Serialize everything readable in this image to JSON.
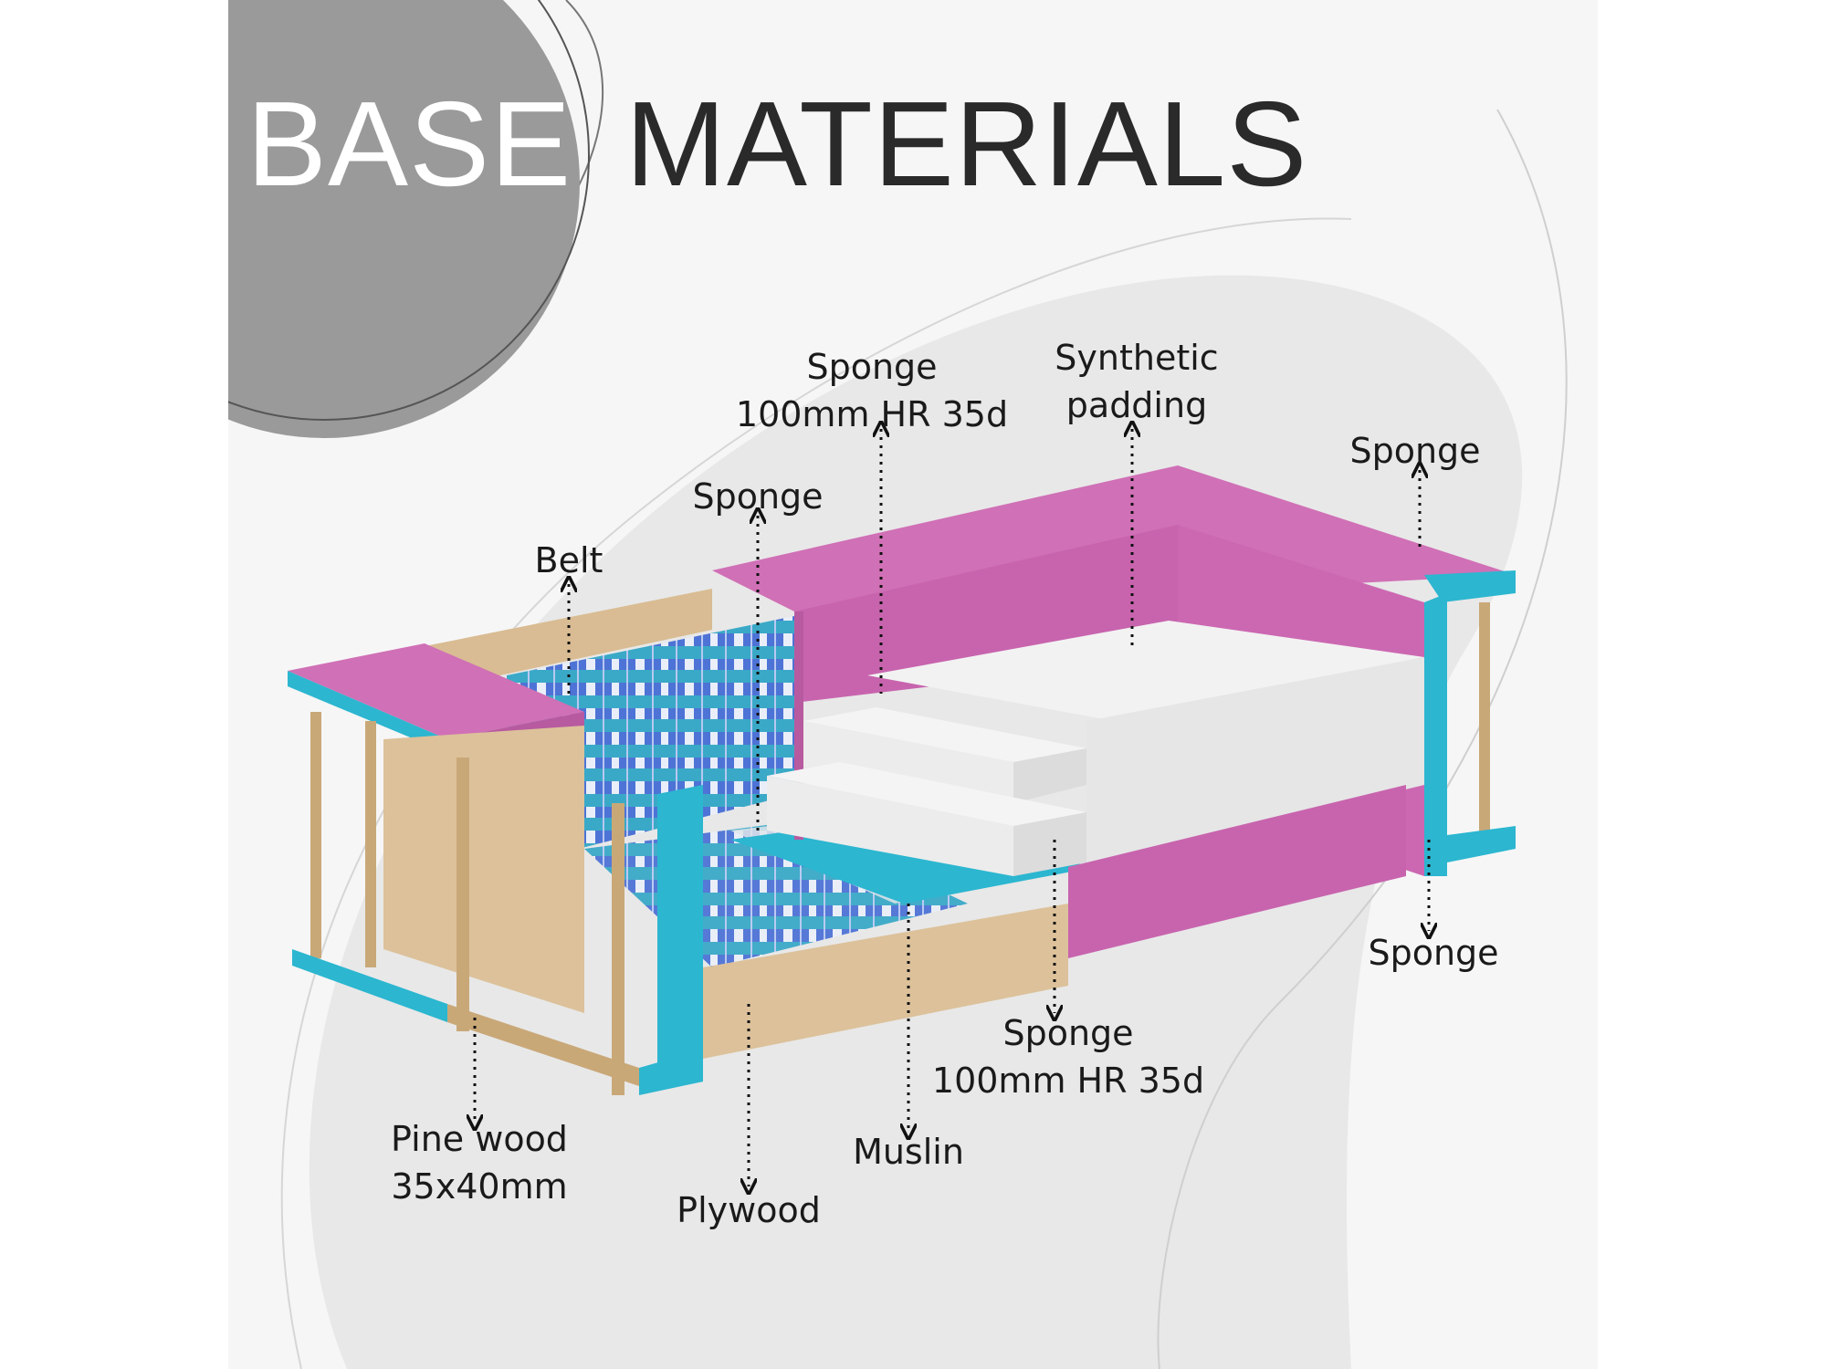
{
  "title": {
    "word1": "BASE",
    "word2": "MATERIALS"
  },
  "colors": {
    "panel": "#f6f6f6",
    "blob": "#e8e8e8",
    "circle": "#9a9a9b",
    "sponge_pink": "#d070b6",
    "sponge_teal": "#2cb6d0",
    "wood": "#d9bc93",
    "belt": "#4e73d6",
    "padding": "#eeeeee",
    "text_dark": "#2a2a2a"
  },
  "labels": {
    "sponge_top_line1": "Sponge",
    "sponge_top_line2": "100mm HR 35d",
    "synthetic_line1": "Synthetic",
    "synthetic_line2": "padding",
    "sponge_right_top": "Sponge",
    "sponge_left": "Sponge",
    "belt": "Belt",
    "sponge_right_bottom": "Sponge",
    "sponge_bottom_line1": "Sponge",
    "sponge_bottom_line2": "100mm HR 35d",
    "pine_line1": "Pine wood",
    "pine_line2": "35x40mm",
    "muslin": "Muslin",
    "plywood": "Plywood"
  }
}
